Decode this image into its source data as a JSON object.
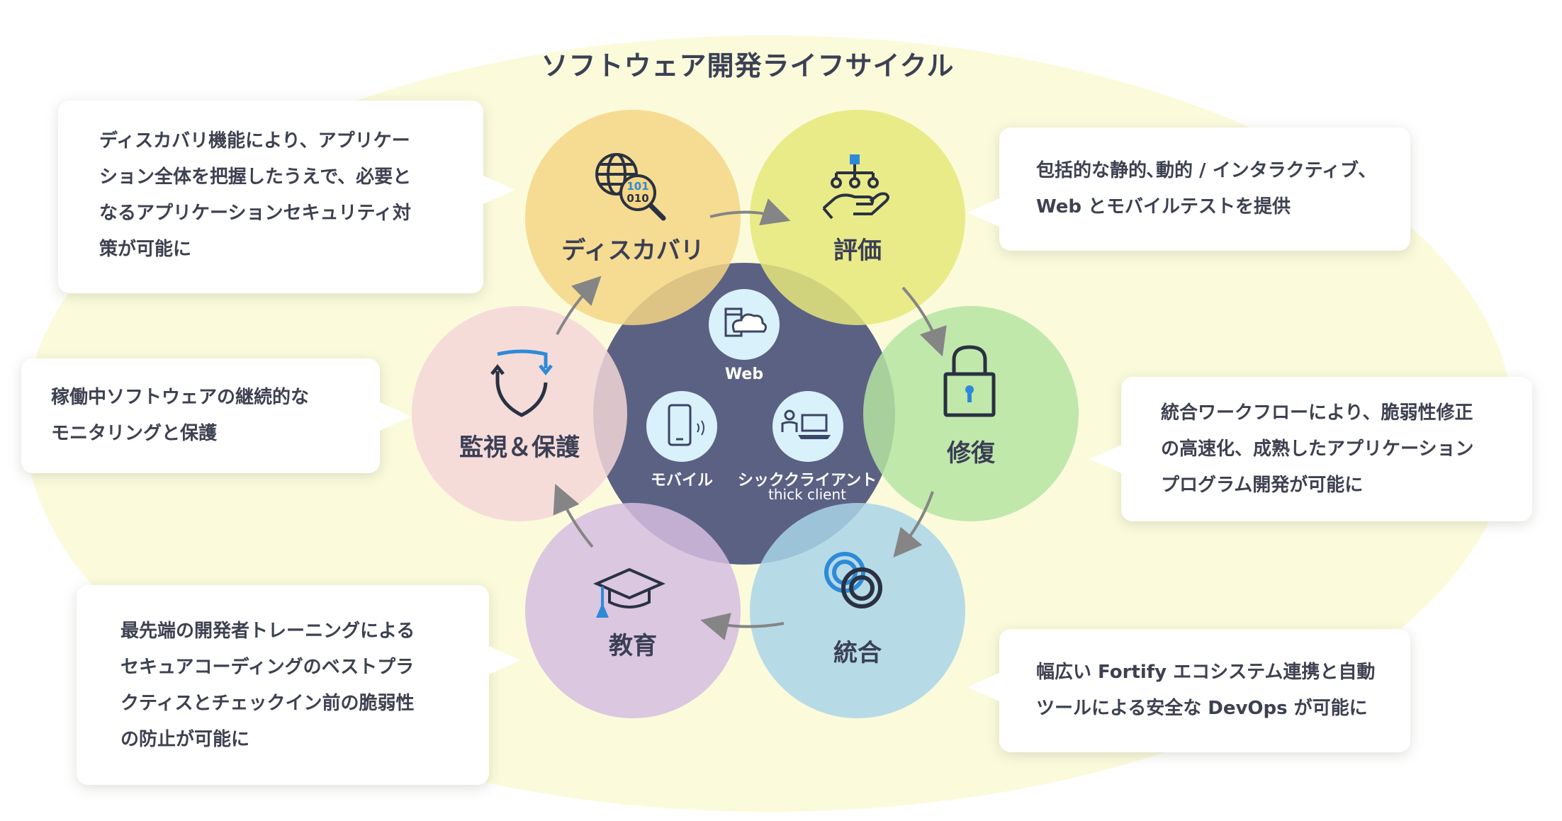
{
  "title": "ソフトウェア開発ライフサイクル",
  "colors": {
    "background_ellipse": "#fbfbdc",
    "center_circle": "#5b6183",
    "discovery": "#f4d685",
    "evaluate": "#e5e87a",
    "remediate": "#b5e4a2",
    "integrate": "#a9d5e8",
    "educate": "#d5bde0",
    "monitor": "#f3d6d8",
    "icon_dark": "#2a3142",
    "icon_blue": "#2e8ad8",
    "arrow": "#858585"
  },
  "nodes": {
    "discovery": {
      "label": "ディスカバリ",
      "icon": "globe-binary-magnifier-icon"
    },
    "evaluate": {
      "label": "評価",
      "icon": "hand-hierarchy-icon"
    },
    "remediate": {
      "label": "修復",
      "icon": "padlock-icon"
    },
    "integrate": {
      "label": "統合",
      "icon": "linked-rings-icon"
    },
    "educate": {
      "label": "教育",
      "icon": "graduation-cap-icon"
    },
    "monitor": {
      "label": "監視＆保護",
      "icon": "shield-refresh-icon"
    }
  },
  "center": {
    "web": {
      "label": "Web",
      "icon": "browser-cloud-icon"
    },
    "mobile": {
      "label": "モバイル",
      "icon": "smartphone-icon"
    },
    "thick_client": {
      "label": "シッククライアント",
      "sublabel": "thick client",
      "icon": "user-laptop-icon"
    }
  },
  "callouts": {
    "discovery": [
      "ディスカバリ機能により、アプリケー",
      "ション全体を把握したうえで、必要と",
      "なるアプリケーションセキュリティ対",
      "策が可能に"
    ],
    "evaluate": [
      "包括的な静的､動的 / インタラクティブ、",
      "Web とモバイルテストを提供"
    ],
    "remediate": [
      "統合ワークフローにより、脆弱性修正",
      "の高速化、成熟したアプリケーション",
      "プログラム開発が可能に"
    ],
    "integrate": [
      "幅広い Fortify エコシステム連携と自動",
      "ツールによる安全な DevOps が可能に"
    ],
    "educate": [
      "最先端の開発者トレーニングによる",
      "セキュアコーディングのベストプラ",
      "クティスとチェックイン前の脆弱性",
      "の防止が可能に"
    ],
    "monitor": [
      "稼働中ソフトウェアの継続的な",
      "モニタリングと保護"
    ]
  }
}
